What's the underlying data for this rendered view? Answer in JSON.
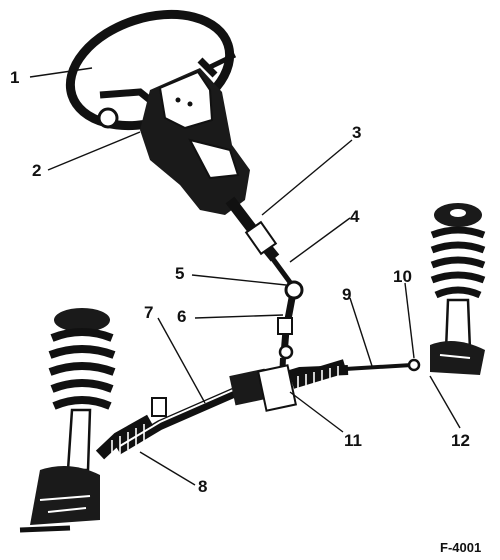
{
  "figure_id": "F-4001",
  "callouts": [
    "1",
    "2",
    "3",
    "4",
    "5",
    "6",
    "7",
    "8",
    "9",
    "10",
    "11",
    "12"
  ]
}
